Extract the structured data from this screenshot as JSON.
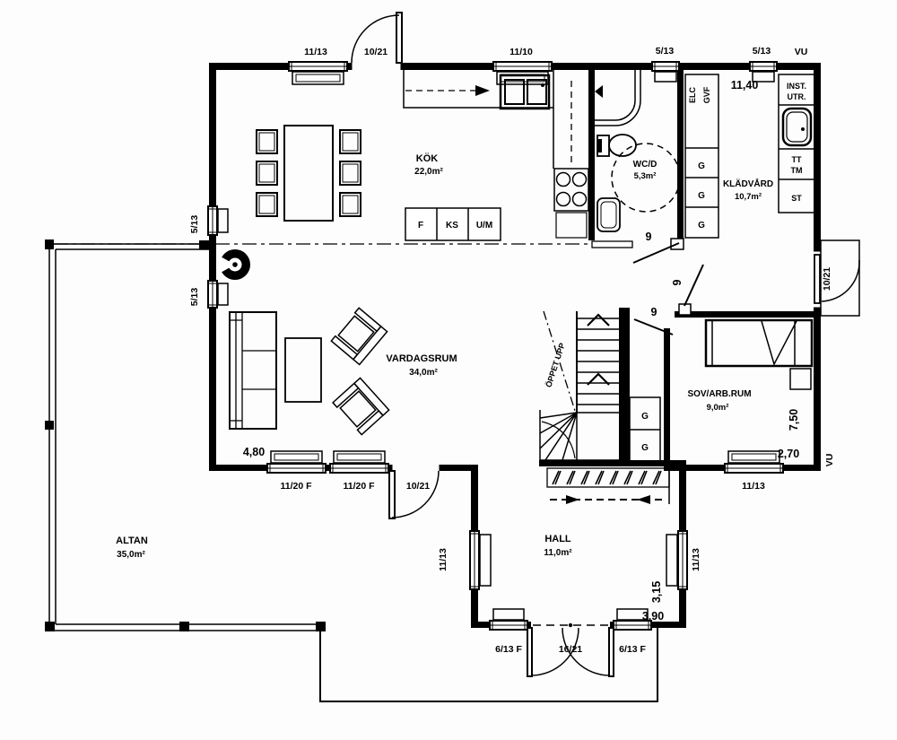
{
  "rooms": {
    "kok": {
      "name": "KÖK",
      "area": "22,0m²"
    },
    "wcd": {
      "name": "WC/D",
      "area": "5,3m²"
    },
    "kladvard": {
      "name": "KLÄDVÅRD",
      "area": "10,7m²"
    },
    "vardagsrum": {
      "name": "VARDAGSRUM",
      "area": "34,0m²"
    },
    "sovarbrum": {
      "name": "SOV/ARB.RUM",
      "area": "9,0m²"
    },
    "hall": {
      "name": "HALL",
      "area": "11,0m²"
    },
    "altan": {
      "name": "ALTAN",
      "area": "35,0m²"
    }
  },
  "openings": {
    "top": {
      "w1": "11/13",
      "door": "10/21",
      "w2": "11/10",
      "w3": "5/13",
      "w4": "5/13",
      "vu": "VU"
    },
    "left": {
      "w1": "5/13",
      "w2": "5/13"
    },
    "right": {
      "door": "10/21",
      "vu": "VU"
    },
    "south": {
      "w1": "11/20 F",
      "w2": "11/20 F",
      "door": "10/21",
      "w3": "11/13"
    },
    "hallside": {
      "left": "11/13",
      "right": "11/13"
    },
    "entry": {
      "w1": "6/13 F",
      "door": "16/21",
      "w2": "6/13 F"
    },
    "interior": {
      "d1": "9",
      "d2": "9",
      "d3": "9"
    }
  },
  "dimensions": {
    "house_width": "11,40",
    "sov_depth": "7,50",
    "sov_width": "2,70",
    "hall_depth": "3,15",
    "hall_width": "3,90",
    "vardagsrum_width": "4,80"
  },
  "fixtures": {
    "elc": "ELC",
    "gvf": "GVF",
    "inst_line1": "INST.",
    "inst_line2": "UTR.",
    "tt": "TT",
    "tm": "TM",
    "st": "ST",
    "g": "G",
    "f": "F",
    "ks": "KS",
    "um": "U/M",
    "oppet_upp": "ÖPPET UPP"
  }
}
